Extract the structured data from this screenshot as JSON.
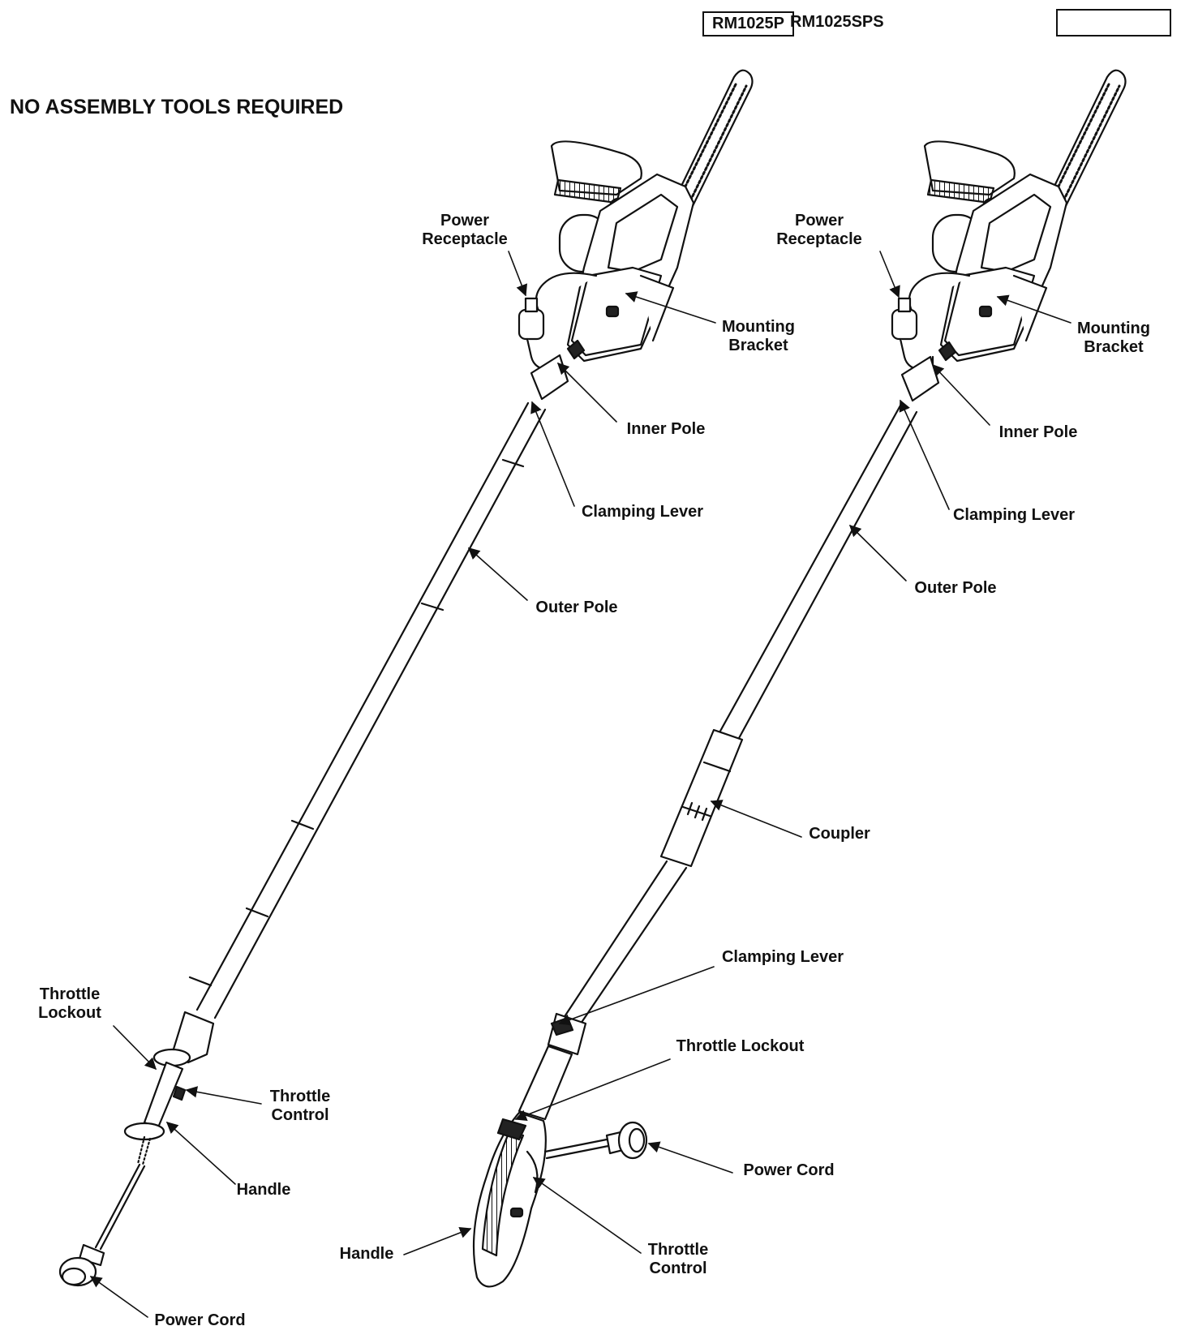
{
  "header": {
    "model_boxed": "RM1025P",
    "model_plain": "RM1025SPS",
    "title": "NO ASSEMBLY TOOLS REQUIRED"
  },
  "left_diagram": {
    "power_receptacle": "Power\nReceptacle",
    "mounting_bracket": "Mounting\nBracket",
    "inner_pole": "Inner Pole",
    "clamping_lever": "Clamping Lever",
    "outer_pole": "Outer Pole",
    "throttle_lockout": "Throttle\nLockout",
    "throttle_control": "Throttle\nControl",
    "handle": "Handle",
    "power_cord": "Power Cord"
  },
  "right_diagram": {
    "power_receptacle": "Power\nReceptacle",
    "mounting_bracket": "Mounting\nBracket",
    "inner_pole": "Inner Pole",
    "clamping_lever_top": "Clamping Lever",
    "outer_pole": "Outer Pole",
    "coupler": "Coupler",
    "clamping_lever_bottom": "Clamping Lever",
    "throttle_lockout": "Throttle Lockout",
    "power_cord": "Power Cord",
    "handle": "Handle",
    "throttle_control": "Throttle\nControl"
  }
}
